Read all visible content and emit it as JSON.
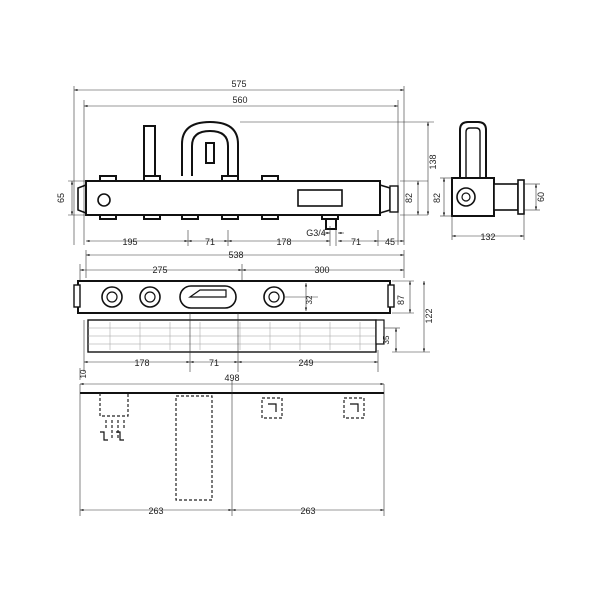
{
  "dimensions": {
    "top_overall": "575",
    "top_inner": "560",
    "height_left": "65",
    "seg_195": "195",
    "seg_71_a": "71",
    "seg_178_a": "178",
    "thread": "G3/4",
    "seg_71_b": "71",
    "seg_45": "45",
    "right_82_a": "82",
    "right_138": "138",
    "side_82": "82",
    "side_60": "60",
    "side_132": "132",
    "plan_538": "538",
    "plan_275": "275",
    "plan_300": "300",
    "plan_32": "32",
    "plan_87": "87",
    "plan_122": "122",
    "plan_35": "35",
    "plan_10": "10",
    "seg_178_b": "178",
    "seg_71_c": "71",
    "seg_249": "249",
    "plan_498": "498",
    "bottom_263_a": "263",
    "bottom_263_b": "263"
  }
}
